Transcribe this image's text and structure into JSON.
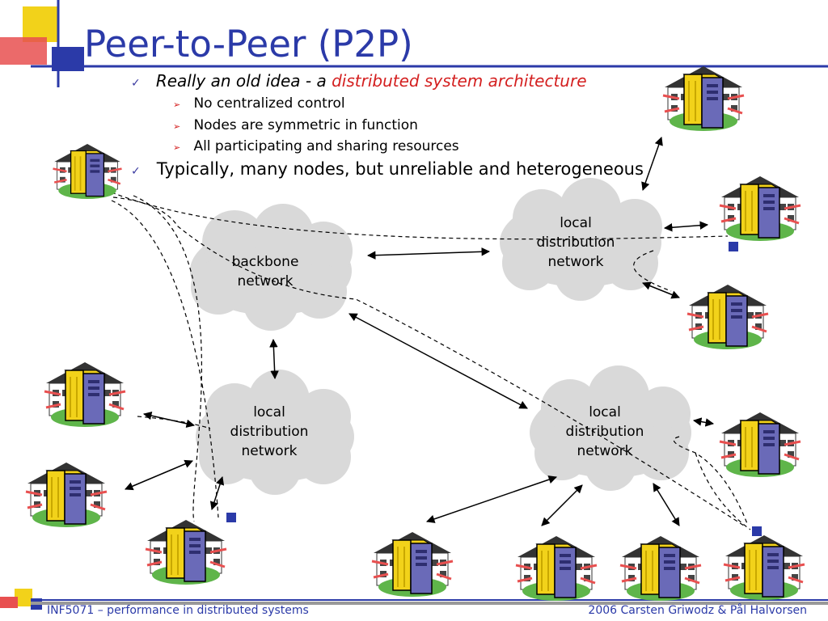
{
  "slide": {
    "title": "Peer-to-Peer (P2P)",
    "bullets": [
      {
        "prefix": "Really an old idea - a ",
        "highlight": "distributed system architecture",
        "subitems": [
          "No centralized control",
          "Nodes are symmetric in function",
          "All participating and sharing resources"
        ]
      },
      {
        "text": "Typically, many nodes, but unreliable and heterogeneous"
      }
    ]
  },
  "diagram": {
    "clouds": [
      {
        "id": "backbone",
        "line1": "backbone",
        "line2": "network"
      },
      {
        "id": "local-top-right",
        "line1": "local",
        "line2": "distribution",
        "line3": "network"
      },
      {
        "id": "local-bottom-left",
        "line1": "local",
        "line2": "distribution",
        "line3": "network"
      },
      {
        "id": "local-bottom-right",
        "line1": "local",
        "line2": "distribution",
        "line3": "network"
      }
    ],
    "node_icon": "server-house-icon"
  },
  "footer": {
    "left": "INF5071 – performance in distributed systems",
    "right": "2006  Carsten Griwodz & Pål Halvorsen"
  },
  "colors": {
    "title": "#2b3aa8",
    "highlight": "#d42020",
    "cloud": "#d9d9d9",
    "accent_yellow": "#f2d21a",
    "accent_red": "#e85050"
  }
}
